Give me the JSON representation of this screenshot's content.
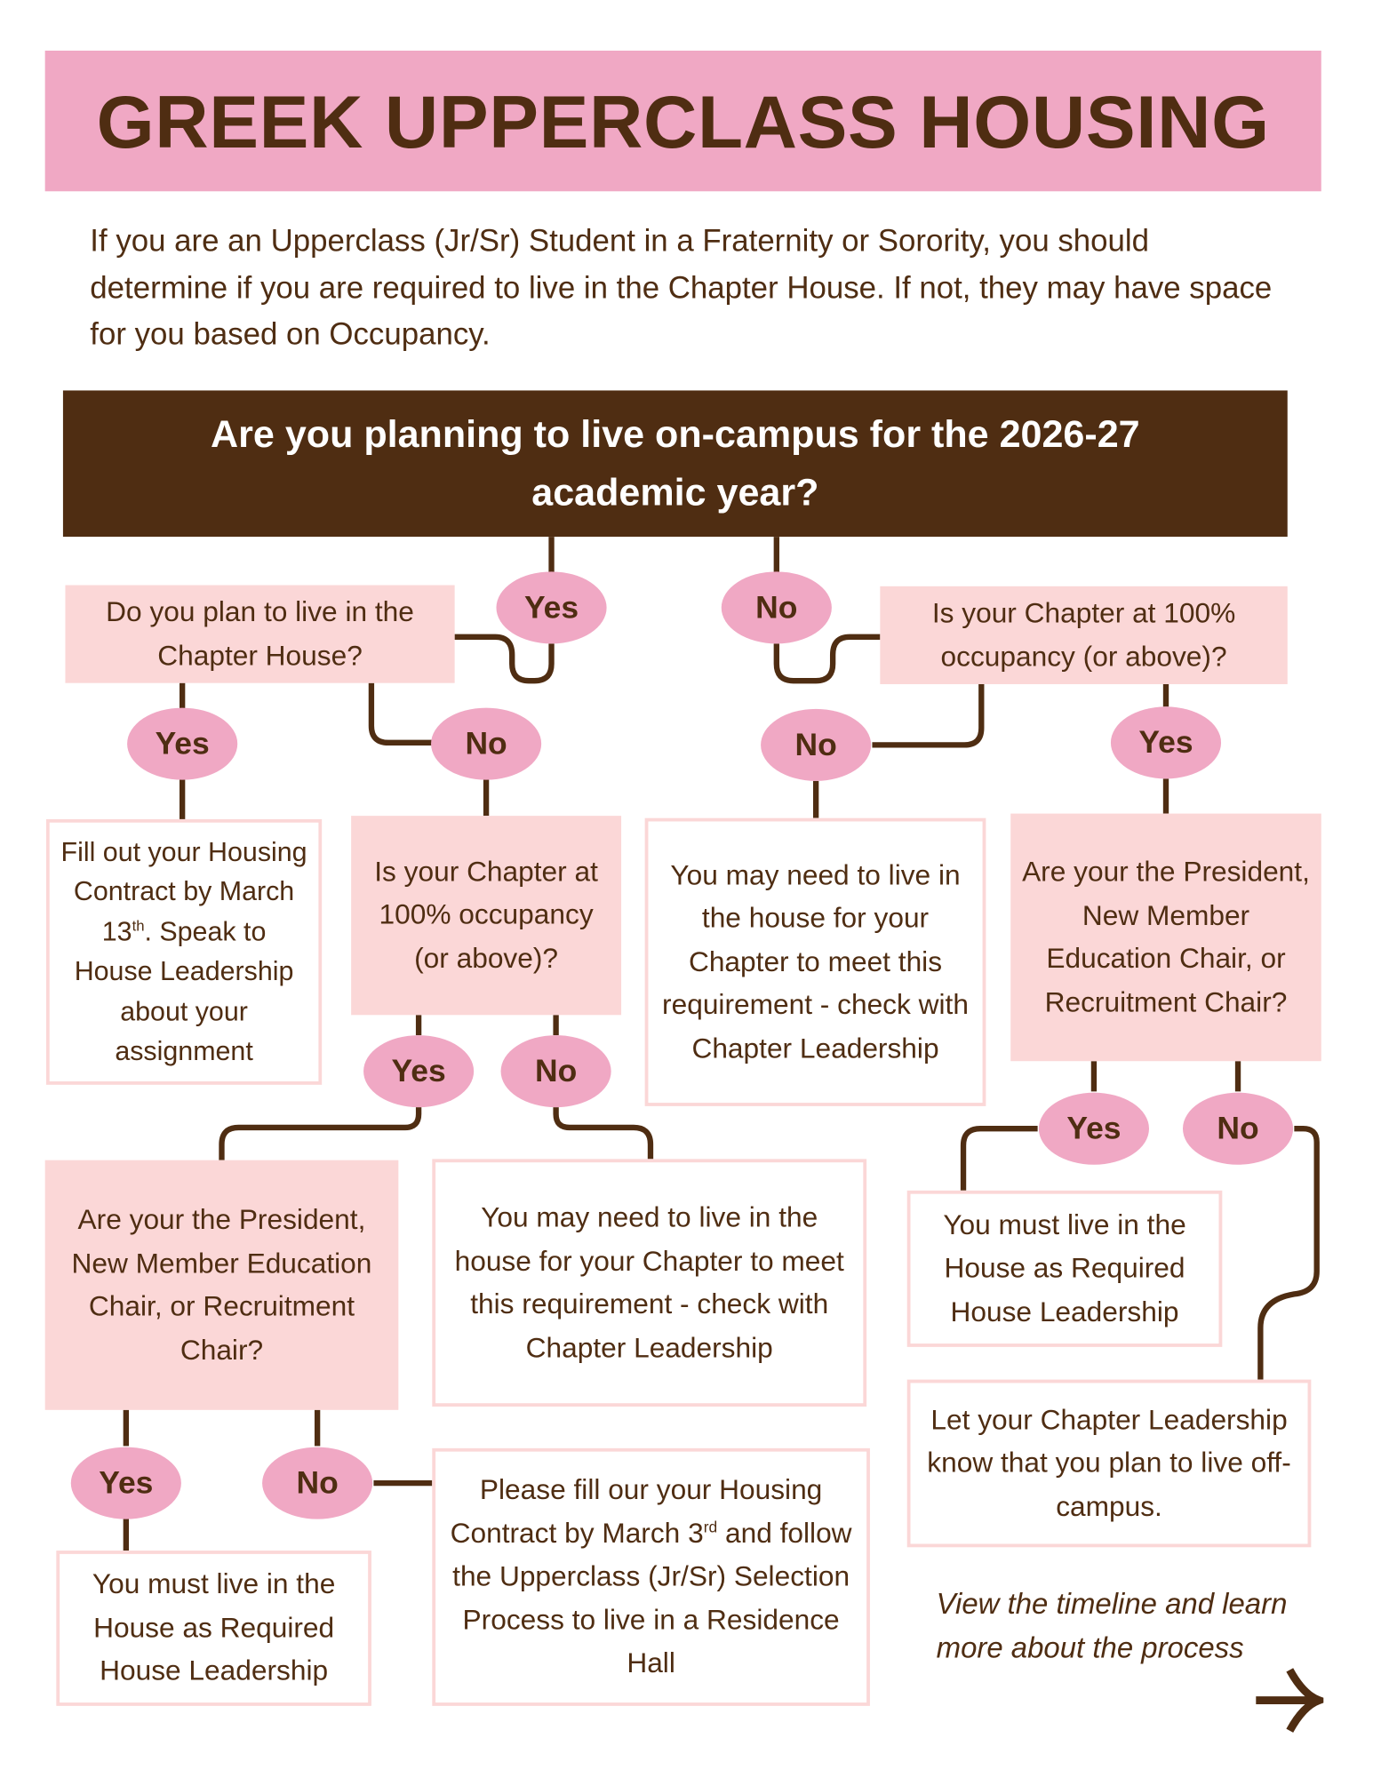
{
  "title": "GREEK UPPERCLASS HOUSING",
  "intro": "If you are an Upperclass (Jr/Sr) Student in a Fraternity or Sorority, you should determine if you are required to live in the Chapter House. If not, they may have space for you based on Occupancy.",
  "main_question": "Are you planning to live on-campus for the 2026-27 academic year?",
  "labels": {
    "yes": "Yes",
    "no": "No"
  },
  "nodes": {
    "chapter_house_q": "Do you plan to live in the Chapter House?",
    "occupancy_q_right": "Is your Chapter at 100% occupancy (or above)?",
    "fill_contract": {
      "before": "Fill out your Housing Contract by March 13",
      "sup": "th",
      "after": ". Speak to House Leadership about your assignment"
    },
    "occupancy_q_left": "Is your Chapter at 100% occupancy (or above)?",
    "may_need_right": "You may need to live in the house for your Chapter to meet this requirement - check with Chapter Leadership",
    "officer_q_right": "Are your the President, New Member Education Chair, or Recruitment Chair?",
    "officer_q_left": "Are your the President, New Member Education Chair, or Recruitment Chair?",
    "may_need_center": "You may need to live in the house for your Chapter to meet this requirement - check with Chapter Leadership",
    "must_live_right": "You must live in the House as Required House Leadership",
    "off_campus": "Let your Chapter Leadership know that you plan to live off-campus.",
    "must_live_left": "You must live in the House as Required House Leadership",
    "residence_hall": {
      "before": "Please fill our your Housing Contract by March 3",
      "sup": "rd",
      "after": " and follow the Upperclass (Jr/Sr) Selection Process to live in a Residence Hall"
    }
  },
  "timeline_link": "View the timeline and learn more about the process",
  "colors": {
    "brown": "#4f2d12",
    "pink": "#f0a8c4",
    "light_pink": "#fbd7d7"
  }
}
